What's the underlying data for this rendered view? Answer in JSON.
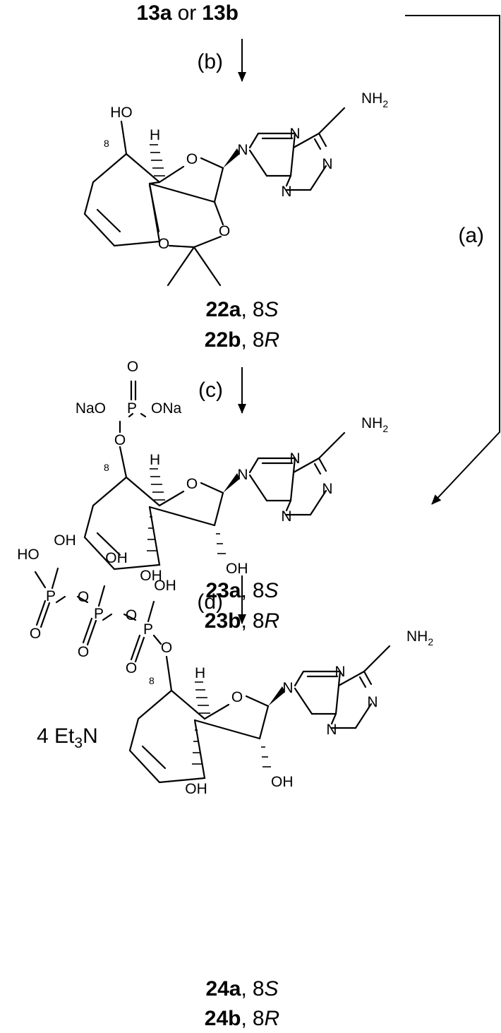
{
  "start": {
    "a": "13a",
    "or": "or",
    "b": "13b"
  },
  "steps": {
    "a": "(a)",
    "b": "(b)",
    "c": "(c)",
    "d": "(d)"
  },
  "labels": {
    "c22a": "22a",
    "c22b": "22b",
    "c23a": "23a",
    "c23b": "23b",
    "c24a": "24a",
    "c24b": "24b",
    "sep": ",",
    "num": "8",
    "s": "S",
    "r": "R"
  },
  "atoms": {
    "n": "N",
    "o": "O",
    "h": "H",
    "p": "P",
    "oh": "OH",
    "ho": "HO",
    "nh": "NH",
    "two": "2",
    "nao": "NaO",
    "ona": "ONa",
    "pos8": "8",
    "salt_prefix": "4 Et",
    "salt_sub": "3",
    "salt_suffix": "N"
  }
}
